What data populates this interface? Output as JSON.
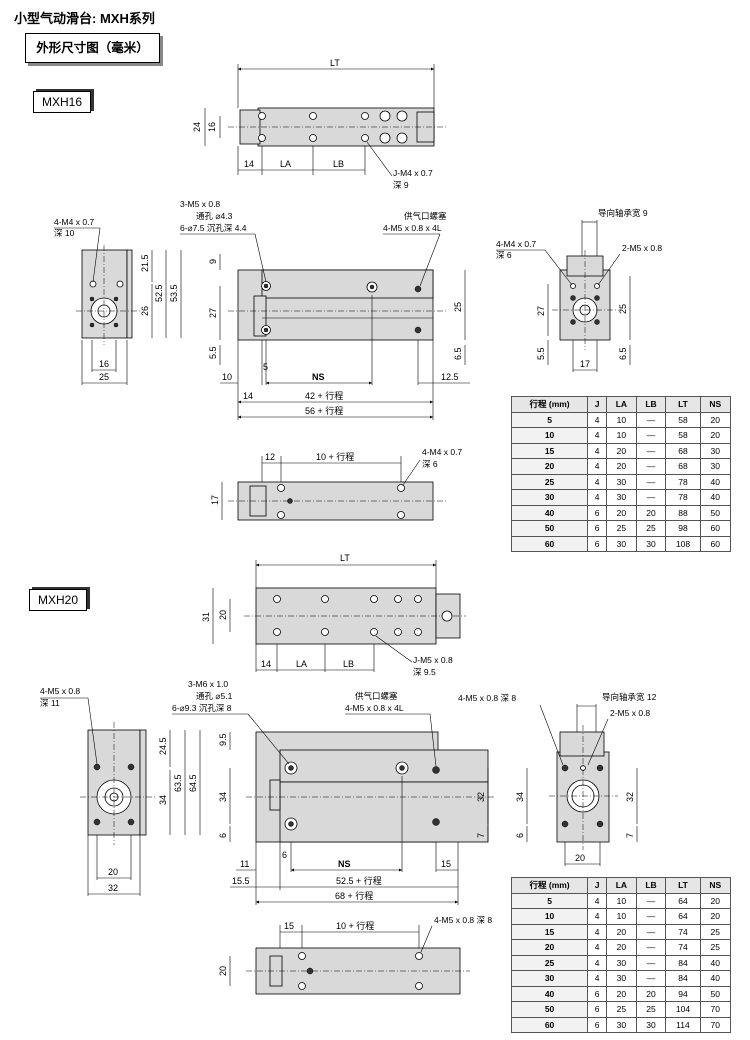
{
  "page_title": "小型气动滑台: MXH系列",
  "subtitle": "外形尺寸图（毫米）",
  "mxh16": {
    "model": "MXH16",
    "top_view": {
      "lt": "LT",
      "h24": "24",
      "h16": "16",
      "d14": "14",
      "la": "LA",
      "lb": "LB",
      "tap": "J-M4 x 0.7",
      "tap_depth": "深 9"
    },
    "end_view": {
      "tap": "4-M4 x 0.7",
      "tap_depth": "深 10",
      "d21_5": "21.5",
      "d26": "26",
      "d52_5": "52.5",
      "d53_5": "53.5",
      "d16": "16",
      "d25": "25"
    },
    "side_view": {
      "holes1": "3-M5 x 0.8",
      "holes2": "通孔 ⌀4.3",
      "holes3": "6-⌀7.5 沉孔深 4.4",
      "port": "供气口螺塞",
      "port2": "4-M5 x 0.8 x 4L",
      "d9": "9",
      "d27": "27",
      "d5_5": "5.5",
      "d25": "25",
      "d6_5": "6.5",
      "d10": "10",
      "d5": "5",
      "ns": "NS",
      "d12_5": "12.5",
      "d14": "14",
      "len42": "42 + 行程",
      "len56": "56 + 行程"
    },
    "front_view": {
      "guide": "导向轴承宽 9",
      "tap": "4-M4 x 0.7",
      "tap_depth": "深 6",
      "port": "2-M5 x 0.8",
      "d27": "27",
      "d25": "25",
      "d5_5": "5.5",
      "d6_5": "6.5",
      "d17": "17"
    },
    "bottom_view": {
      "d12": "12",
      "len10": "10 + 行程",
      "tap": "4-M4 x 0.7",
      "tap_depth": "深 6",
      "d17": "17"
    }
  },
  "mxh20": {
    "model": "MXH20",
    "top_view": {
      "lt": "LT",
      "h31": "31",
      "h20": "20",
      "d14": "14",
      "la": "LA",
      "lb": "LB",
      "tap": "J-M5 x 0.8",
      "tap_depth": "深 9.5"
    },
    "end_view": {
      "tap": "4-M5 x 0.8",
      "tap_depth": "深 11",
      "d24_5": "24.5",
      "d34": "34",
      "d63_5": "63.5",
      "d64_5": "64.5",
      "d20": "20",
      "d32": "32"
    },
    "side_view": {
      "holes1": "3-M6 x 1.0",
      "holes2": "通孔 ⌀5.1",
      "holes3": "6-⌀9.3 沉孔深 8",
      "port": "供气口螺塞",
      "port2": "4-M5 x 0.8 x 4L",
      "d9_5": "9.5",
      "d34": "34",
      "d6": "6",
      "d32": "32",
      "d7": "7",
      "d11": "11",
      "d6b": "6",
      "ns": "NS",
      "d15": "15",
      "d15_5": "15.5",
      "len52": "52.5 + 行程",
      "len68": "68 + 行程"
    },
    "front_view": {
      "tap": "4-M5 x 0.8 深 8",
      "guide": "导向轴承宽 12",
      "port": "2-M5 x 0.8",
      "d34": "34",
      "d32": "32",
      "d6": "6",
      "d7": "7",
      "d20": "20"
    },
    "bottom_view": {
      "d15": "15",
      "len10": "10 + 行程",
      "tap": "4-M5 x 0.8 深 8",
      "d20": "20"
    }
  },
  "table_headers": [
    "行程 (mm)",
    "J",
    "LA",
    "LB",
    "LT",
    "NS"
  ],
  "table_mxh16": [
    [
      "5",
      "4",
      "10",
      "—",
      "58",
      "20"
    ],
    [
      "10",
      "4",
      "10",
      "—",
      "58",
      "20"
    ],
    [
      "15",
      "4",
      "20",
      "—",
      "68",
      "30"
    ],
    [
      "20",
      "4",
      "20",
      "—",
      "68",
      "30"
    ],
    [
      "25",
      "4",
      "30",
      "—",
      "78",
      "40"
    ],
    [
      "30",
      "4",
      "30",
      "—",
      "78",
      "40"
    ],
    [
      "40",
      "6",
      "20",
      "20",
      "88",
      "50"
    ],
    [
      "50",
      "6",
      "25",
      "25",
      "98",
      "60"
    ],
    [
      "60",
      "6",
      "30",
      "30",
      "108",
      "60"
    ]
  ],
  "table_mxh20": [
    [
      "5",
      "4",
      "10",
      "—",
      "64",
      "20"
    ],
    [
      "10",
      "4",
      "10",
      "—",
      "64",
      "20"
    ],
    [
      "15",
      "4",
      "20",
      "—",
      "74",
      "25"
    ],
    [
      "20",
      "4",
      "20",
      "—",
      "74",
      "25"
    ],
    [
      "25",
      "4",
      "30",
      "—",
      "84",
      "40"
    ],
    [
      "30",
      "4",
      "30",
      "—",
      "84",
      "40"
    ],
    [
      "40",
      "6",
      "20",
      "20",
      "94",
      "50"
    ],
    [
      "50",
      "6",
      "25",
      "25",
      "104",
      "70"
    ],
    [
      "60",
      "6",
      "30",
      "30",
      "114",
      "70"
    ]
  ]
}
